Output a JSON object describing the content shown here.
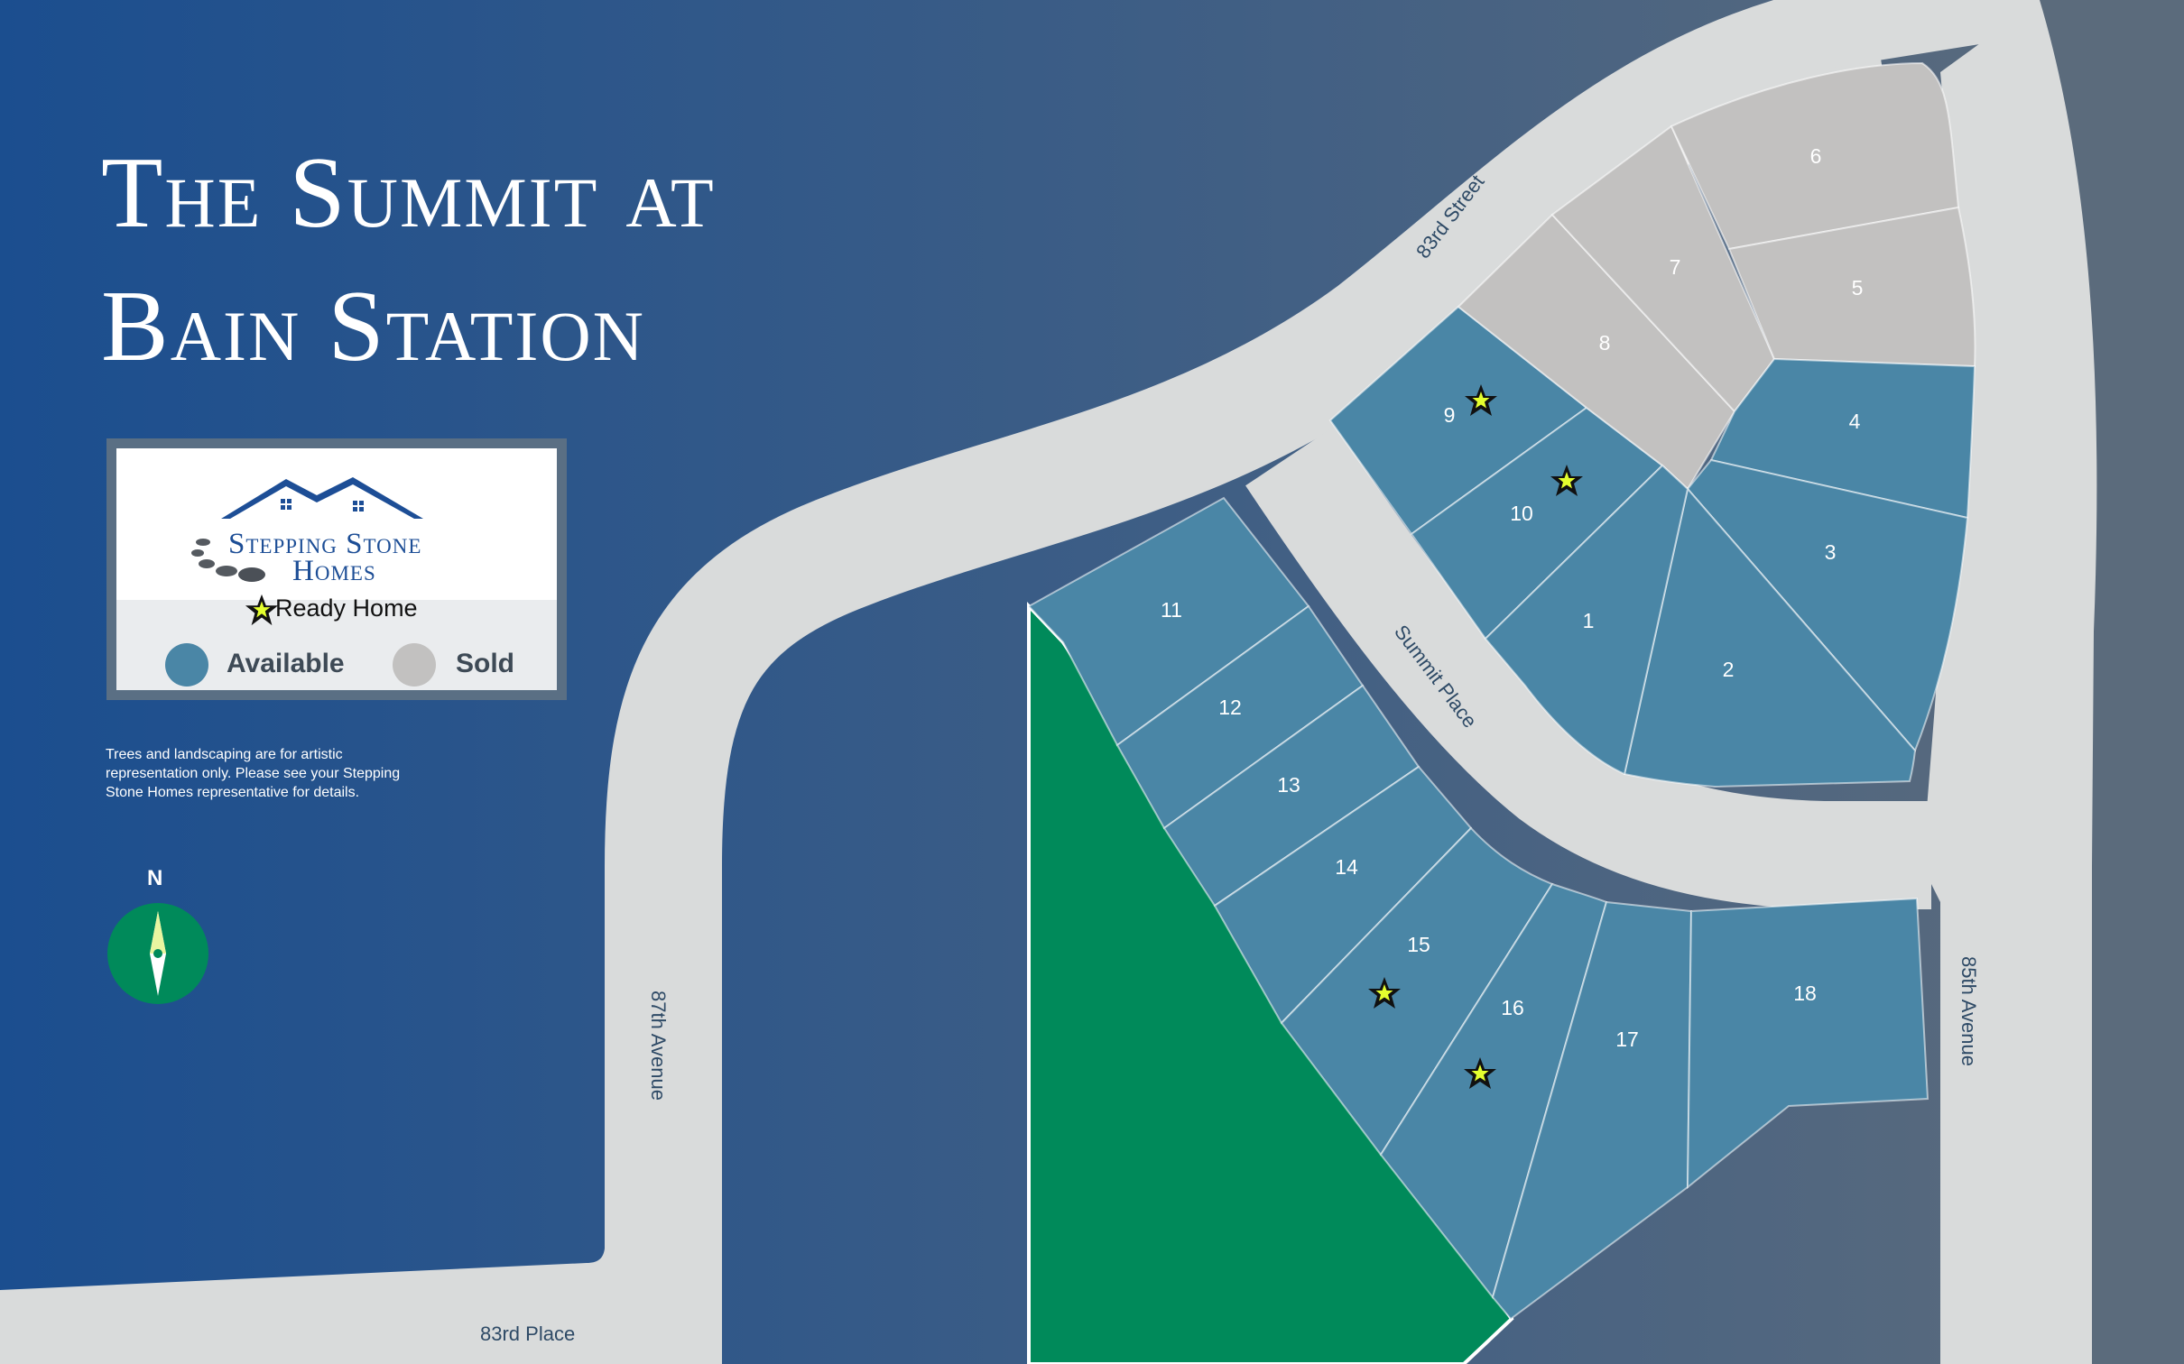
{
  "title": {
    "line1": "The Summit at",
    "line2": "Bain Station"
  },
  "legend": {
    "brand_line1": "Stepping Stone",
    "brand_line2": "Homes",
    "ready_label": "Ready Home",
    "available_label": "Available",
    "sold_label": "Sold"
  },
  "disclaimer": "Trees and landscaping are for artistic representation only. Please see your Stepping Stone Homes representative for details.",
  "compass": {
    "north_label": "N"
  },
  "roads": {
    "street_83rd": "83rd Street",
    "summit_place": "Summit Place",
    "avenue_87th": "87th Avenue",
    "avenue_85th": "85th Avenue",
    "place_83rd": "83rd Place"
  },
  "colors": {
    "available": "#4a86a6",
    "sold": "#c2c1c0",
    "road": "#d9dbdb",
    "open_space": "#008a5a",
    "background_left": "#1b4e8f",
    "background_right": "#5d6c7c"
  },
  "lots": [
    {
      "number": "1",
      "status": "available",
      "ready": false
    },
    {
      "number": "2",
      "status": "available",
      "ready": false
    },
    {
      "number": "3",
      "status": "available",
      "ready": false
    },
    {
      "number": "4",
      "status": "available",
      "ready": false
    },
    {
      "number": "5",
      "status": "sold",
      "ready": false
    },
    {
      "number": "6",
      "status": "sold",
      "ready": false
    },
    {
      "number": "7",
      "status": "sold",
      "ready": false
    },
    {
      "number": "8",
      "status": "sold",
      "ready": false
    },
    {
      "number": "9",
      "status": "available",
      "ready": true
    },
    {
      "number": "10",
      "status": "available",
      "ready": true
    },
    {
      "number": "11",
      "status": "available",
      "ready": false
    },
    {
      "number": "12",
      "status": "available",
      "ready": false
    },
    {
      "number": "13",
      "status": "available",
      "ready": false
    },
    {
      "number": "14",
      "status": "available",
      "ready": false
    },
    {
      "number": "15",
      "status": "available",
      "ready": true
    },
    {
      "number": "16",
      "status": "available",
      "ready": true
    },
    {
      "number": "17",
      "status": "available",
      "ready": false
    },
    {
      "number": "18",
      "status": "available",
      "ready": false
    }
  ]
}
